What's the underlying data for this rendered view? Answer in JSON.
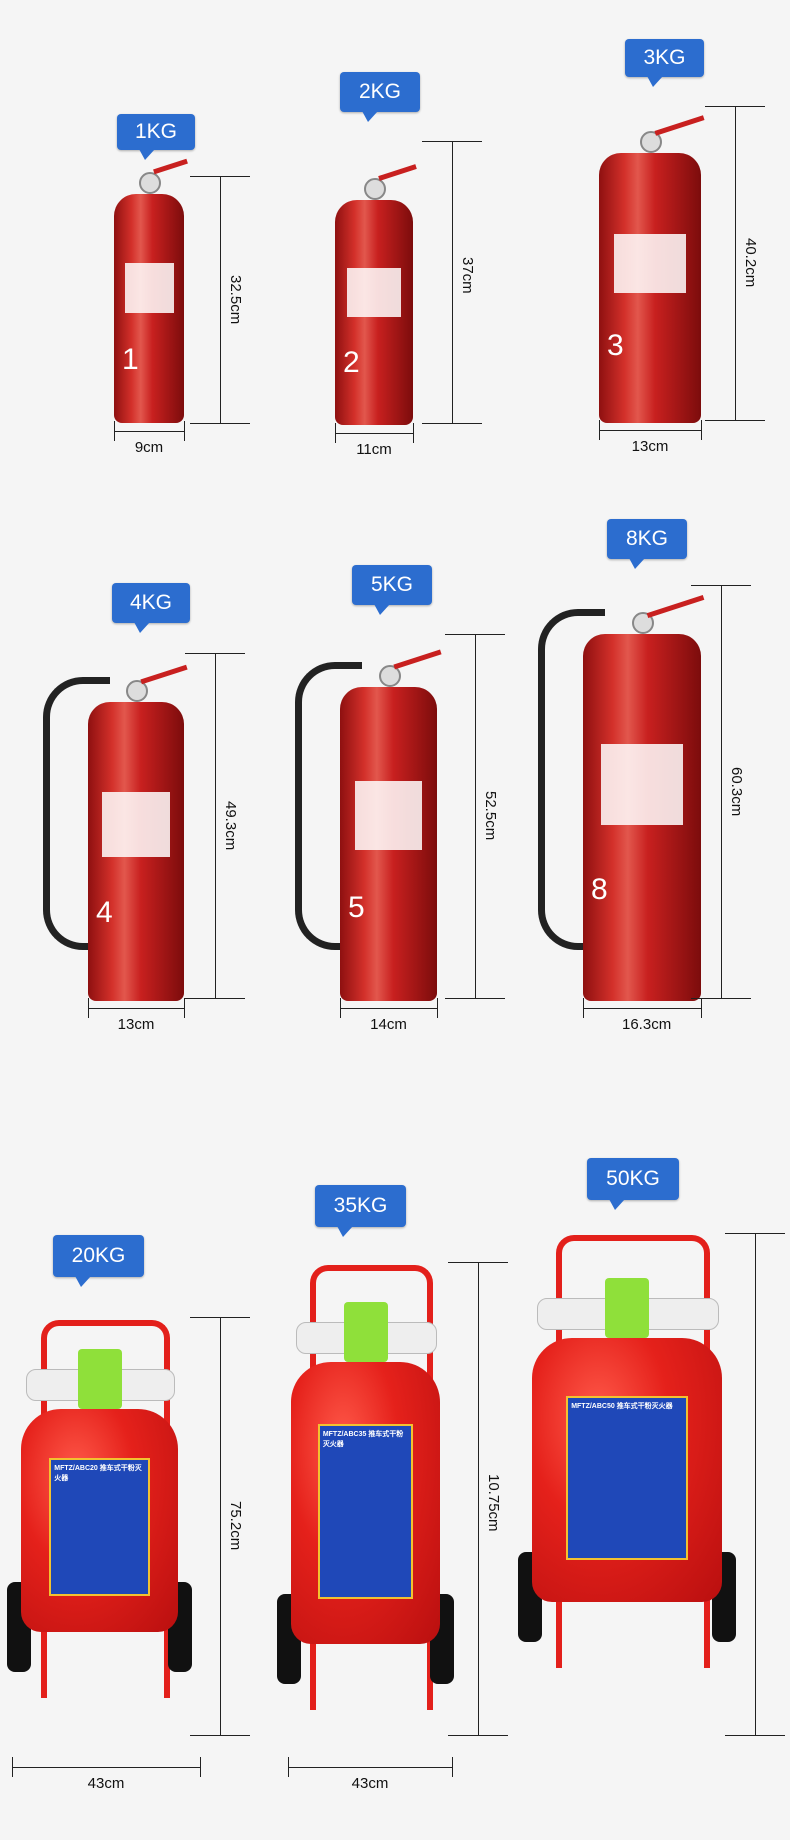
{
  "items": [
    {
      "weight": "1KG",
      "height": "32.5cm",
      "width": "9cm",
      "number": "1"
    },
    {
      "weight": "2KG",
      "height": "37cm",
      "width": "11cm",
      "number": "2"
    },
    {
      "weight": "3KG",
      "height": "40.2cm",
      "width": "13cm",
      "number": "3"
    },
    {
      "weight": "4KG",
      "height": "49.3cm",
      "width": "13cm",
      "number": "4"
    },
    {
      "weight": "5KG",
      "height": "52.5cm",
      "width": "14cm",
      "number": "5"
    },
    {
      "weight": "8KG",
      "height": "60.3cm",
      "width": "16.3cm",
      "number": "8"
    },
    {
      "weight": "20KG",
      "height": "75.2cm",
      "width": "43cm",
      "plate": "MFTZ/ABC20 推车式干粉灭火器"
    },
    {
      "weight": "35KG",
      "height": "10.75cm",
      "width": "43cm",
      "plate": "MFTZ/ABC35 推车式干粉灭火器"
    },
    {
      "weight": "50KG",
      "height": "",
      "width": "",
      "plate": "MFTZ/ABC50 推车式干粉灭火器"
    }
  ],
  "colors": {
    "badge": "#2c6dcf",
    "extinguisher": "#c8201f"
  }
}
